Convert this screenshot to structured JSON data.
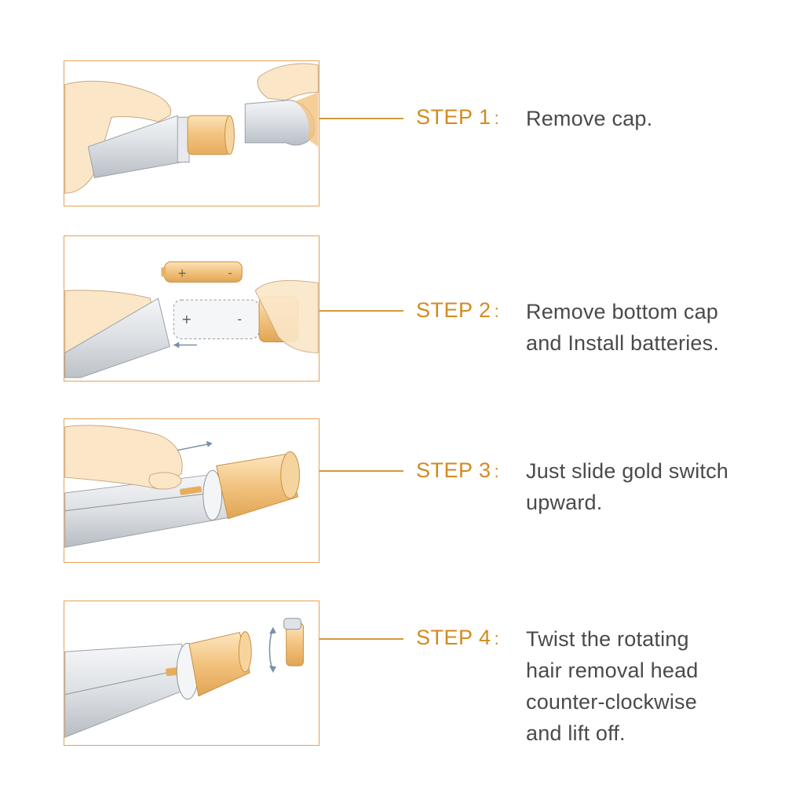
{
  "colors": {
    "accent": "#d38a1f",
    "panel_border": "#e3a15a",
    "text": "#4a4a4a",
    "gold": "#f2c27e",
    "skin": "#fbe7c8"
  },
  "steps": [
    {
      "label": "STEP 1",
      "colon": ":",
      "lines": [
        "Remove cap."
      ],
      "illustration_icon": "remove-cap-illustration"
    },
    {
      "label": "STEP 2",
      "colon": ":",
      "lines": [
        "Remove bottom cap",
        "and Install batteries."
      ],
      "illustration_icon": "install-batteries-illustration"
    },
    {
      "label": "STEP 3",
      "colon": ":",
      "lines": [
        "Just slide gold switch",
        "upward."
      ],
      "illustration_icon": "slide-switch-illustration"
    },
    {
      "label": "STEP 4",
      "colon": ":",
      "lines": [
        "Twist the rotating",
        "hair removal head",
        "counter-clockwise",
        "and lift off."
      ],
      "illustration_icon": "twist-head-illustration"
    }
  ]
}
